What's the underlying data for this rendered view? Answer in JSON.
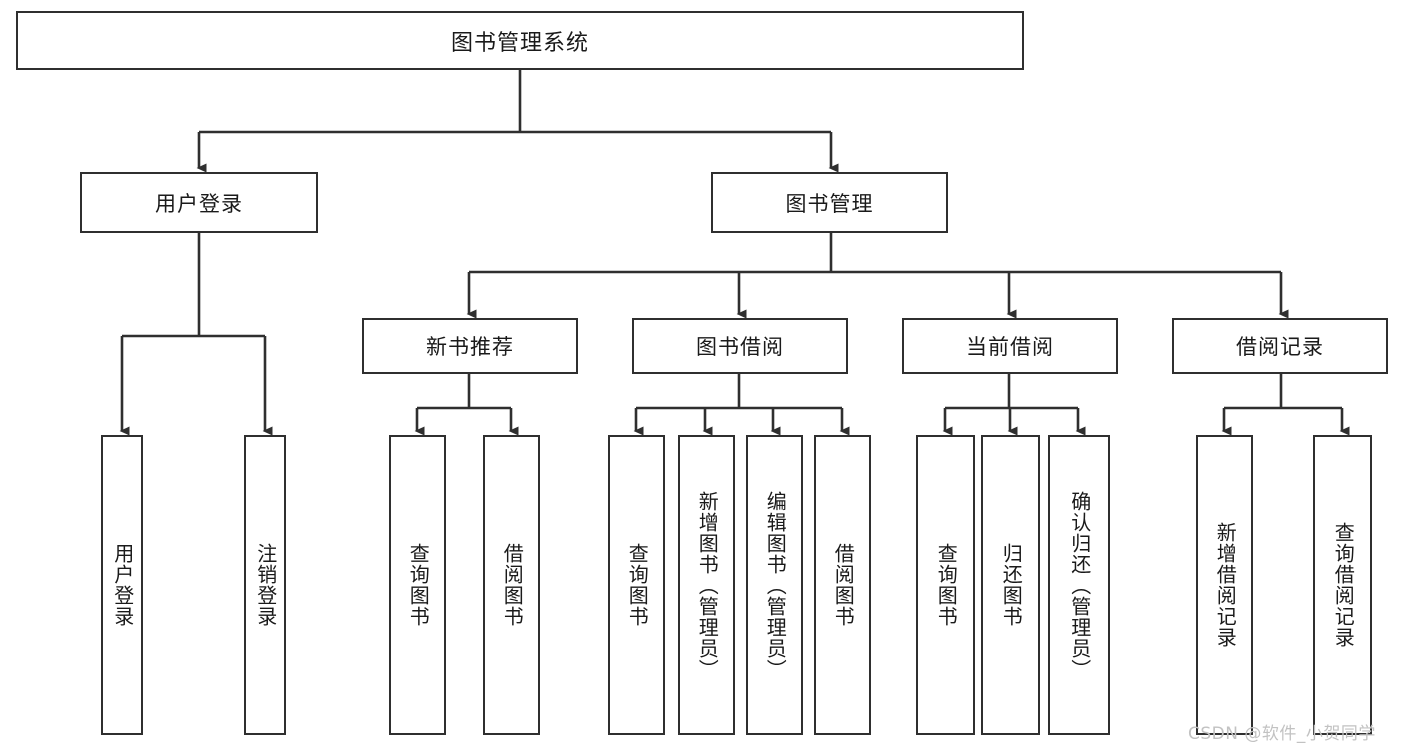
{
  "diagram": {
    "type": "tree-hierarchy-chart",
    "title": "图书管理系统",
    "watermark": "CSDN @软件_小贺同学",
    "colors": {
      "stroke": "#2f2f2f",
      "fill": "#ffffff",
      "text": "#1a1a1a",
      "watermark": "#c2c2c2"
    },
    "levels": {
      "root": [
        "图书管理系统"
      ],
      "level2": [
        "用户登录",
        "图书管理"
      ],
      "level3": [
        "新书推荐",
        "图书借阅",
        "当前借阅",
        "借阅记录"
      ],
      "leaves": [
        "用户登录",
        "注销登录",
        "查询图书",
        "借阅图书",
        "查询图书",
        "新增图书（管理员）",
        "编辑图书（管理员）",
        "借阅图书",
        "查询图书",
        "归还图书",
        "确认归还（管理员）",
        "新增借阅记录",
        "查询借阅记录"
      ]
    },
    "nodes": {
      "root": {
        "label": "图书管理系统"
      },
      "user_login": {
        "label": "用户登录"
      },
      "book_manage": {
        "label": "图书管理"
      },
      "new_book_rec": {
        "label": "新书推荐"
      },
      "book_borrow": {
        "label": "图书借阅"
      },
      "current_borrow": {
        "label": "当前借阅"
      },
      "borrow_record": {
        "label": "借阅记录"
      },
      "leaf_user_login": {
        "label": "用户登录"
      },
      "leaf_logout": {
        "label": "注销登录"
      },
      "leaf_query_book_1": {
        "label": "查询图书"
      },
      "leaf_borrow_book_1": {
        "label": "借阅图书"
      },
      "leaf_query_book_2": {
        "label": "查询图书"
      },
      "leaf_add_book": {
        "label": "新增图书（管理员）"
      },
      "leaf_edit_book": {
        "label": "编辑图书（管理员）"
      },
      "leaf_borrow_book_2": {
        "label": "借阅图书"
      },
      "leaf_query_book_3": {
        "label": "查询图书"
      },
      "leaf_return_book": {
        "label": "归还图书"
      },
      "leaf_confirm_return": {
        "label": "确认归还（管理员）"
      },
      "leaf_add_record": {
        "label": "新增借阅记录"
      },
      "leaf_query_record": {
        "label": "查询借阅记录"
      }
    }
  }
}
